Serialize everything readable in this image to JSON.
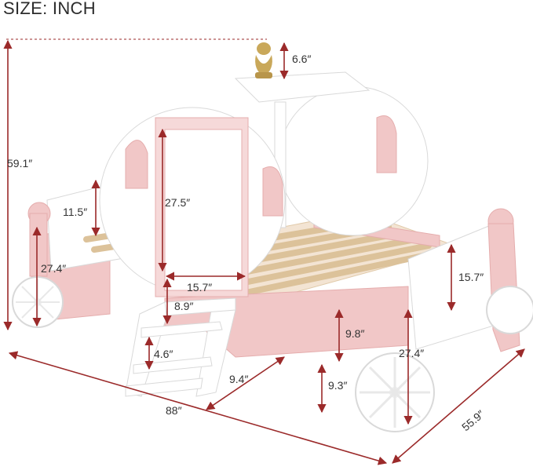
{
  "title": "SIZE: INCH",
  "colors": {
    "arrow": "#9b2a2a",
    "pink": "#f1c7c7",
    "pink_dark": "#e5adad",
    "white": "#ffffff",
    "outline": "#d9d9d9",
    "wood": "#dcc29a",
    "gold": "#c9a85a"
  },
  "dimensions": {
    "crown_height": "6.6″",
    "total_height": "59.1″",
    "guard_height_left": "11.5″",
    "door_height": "27.5″",
    "side_height_left": "27.4″",
    "door_width": "15.7″",
    "step_height": "8.9″",
    "side_rail_height": "9.8″",
    "ladder_step": "4.6″",
    "clearance": "9.3″",
    "footboard_height": "15.7″",
    "side_height_right": "27.4″",
    "ladder_offset": "9.4″",
    "length": "88″",
    "width": "55.9″"
  }
}
